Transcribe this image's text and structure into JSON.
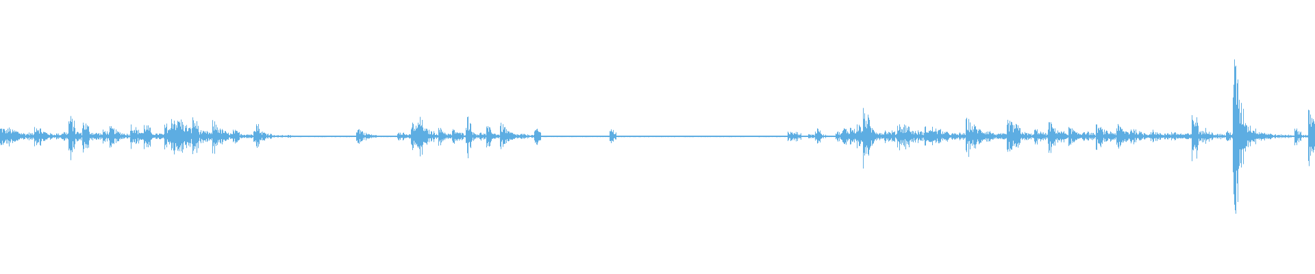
{
  "chart_data": {
    "type": "waveform",
    "title": "",
    "xlabel": "",
    "ylabel": "",
    "ylim": [
      -1,
      1
    ],
    "axes_visible": false,
    "grid": false,
    "color": "#5dade2",
    "background": "#ffffff",
    "envelope_peaks": [
      0.075,
      0.07,
      0.05,
      0.03,
      0.03,
      0.1,
      0.045,
      0.025,
      0.025,
      0.04,
      0.16,
      0.04,
      0.125,
      0.04,
      0.03,
      0.05,
      0.075,
      0.04,
      0.025,
      0.1,
      0.05,
      0.1,
      0.03,
      0.025,
      0.1,
      0.18,
      0.15,
      0.09,
      0.15,
      0.05,
      0.04,
      0.12,
      0.06,
      0.03,
      0.05,
      0.025,
      0.02,
      0.125,
      0.04,
      0.025,
      0.01,
      0.01,
      0.01,
      0.005,
      0.005,
      0.005,
      0.005,
      0.005,
      0.005,
      0.005,
      0.005,
      0.005,
      0.07,
      0.03,
      0.015,
      0.005,
      0.005,
      0.005,
      0.05,
      0.02,
      0.11,
      0.15,
      0.06,
      0.04,
      0.065,
      0.025,
      0.055,
      0.03,
      0.16,
      0.03,
      0.03,
      0.075,
      0.025,
      0.1,
      0.04,
      0.02,
      0.02,
      0.015,
      0.06,
      0.005,
      0.005,
      0.005,
      0.005,
      0.005,
      0.005,
      0.005,
      0.005,
      0.005,
      0.005,
      0.055,
      0.005,
      0.005,
      0.005,
      0.005,
      0.005,
      0.005,
      0.005,
      0.005,
      0.005,
      0.005,
      0.005,
      0.005,
      0.005,
      0.005,
      0.005,
      0.005,
      0.005,
      0.005,
      0.005,
      0.005,
      0.005,
      0.005,
      0.005,
      0.005,
      0.005,
      0.04,
      0.035,
      0.005,
      0.02,
      0.06,
      0.015,
      0.005,
      0.04,
      0.07,
      0.075,
      0.1,
      0.21,
      0.075,
      0.04,
      0.05,
      0.045,
      0.11,
      0.1,
      0.05,
      0.045,
      0.075,
      0.075,
      0.055,
      0.035,
      0.025,
      0.03,
      0.14,
      0.09,
      0.06,
      0.05,
      0.025,
      0.025,
      0.135,
      0.1,
      0.04,
      0.025,
      0.06,
      0.03,
      0.115,
      0.06,
      0.04,
      0.07,
      0.03,
      0.05,
      0.03,
      0.09,
      0.05,
      0.04,
      0.09,
      0.05,
      0.07,
      0.04,
      0.03,
      0.05,
      0.025,
      0.03,
      0.035,
      0.025,
      0.025,
      0.19,
      0.05,
      0.065,
      0.025,
      0.02,
      0.04,
      0.6,
      0.25,
      0.1,
      0.06,
      0.04,
      0.025,
      0.015,
      0.015,
      0.015,
      0.06,
      0.015,
      0.2
    ]
  }
}
